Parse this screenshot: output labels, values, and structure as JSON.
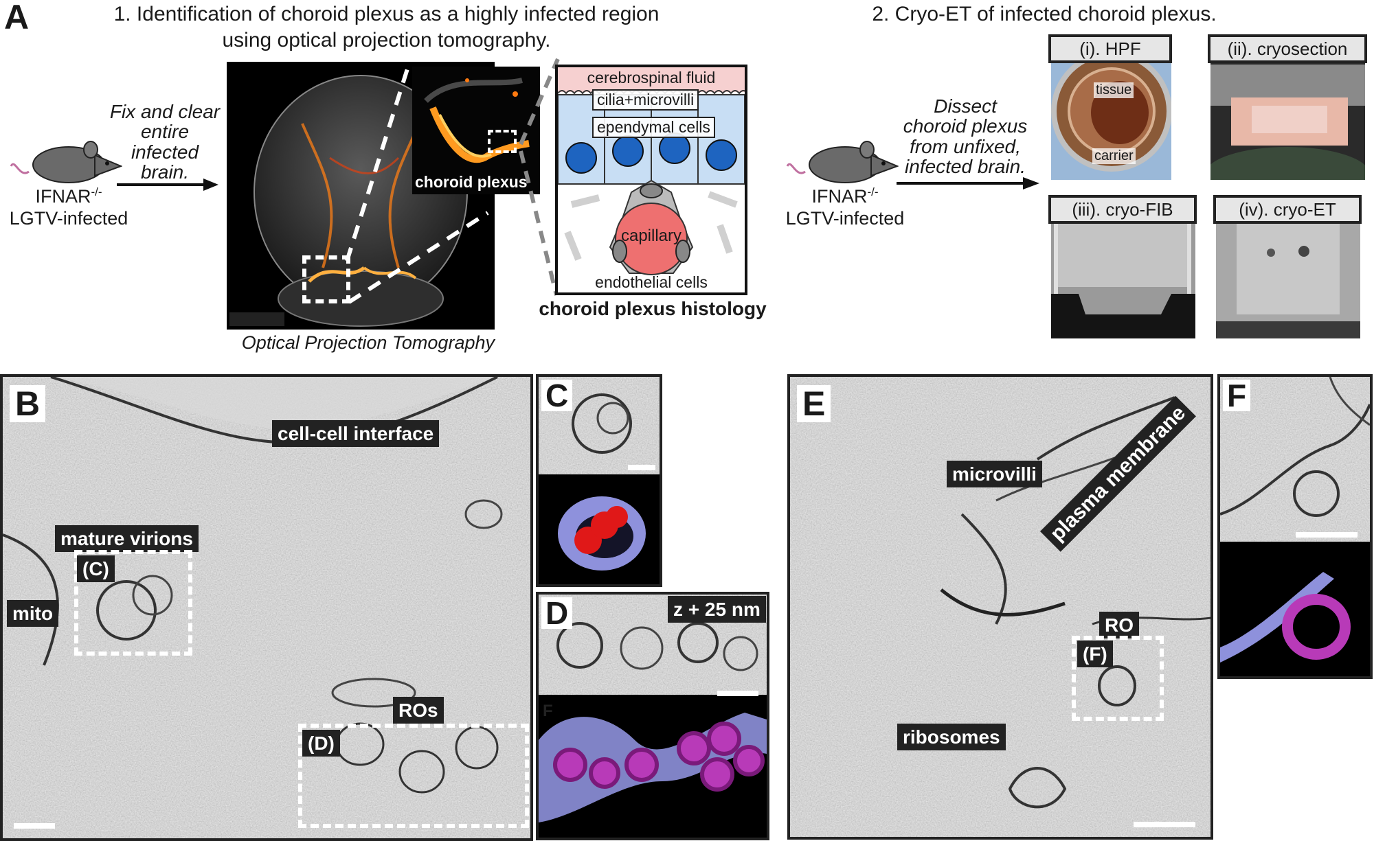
{
  "panel_letters": {
    "a": "A",
    "b": "B",
    "c": "C",
    "d": "D",
    "e": "E",
    "f": "F"
  },
  "step1": {
    "title_line1": "1. Identification of choroid plexus as a highly infected region",
    "title_line2": "using optical projection tomography.",
    "mouse_label_pre": "IFNAR",
    "mouse_label_sup": "-/-",
    "mouse_label_line2": "LGTV-infected",
    "arrow_text": [
      "Fix and clear",
      "entire",
      "infected",
      "brain."
    ],
    "opt_caption": "Optical Projection Tomography",
    "inset_label": "choroid plexus",
    "histology": {
      "caption": "choroid plexus histology",
      "labels": {
        "csf": "cerebrospinal fluid",
        "cilia": "cilia+microvilli",
        "ependymal": "ependymal cells",
        "capillary": "capillary",
        "endothelial": "endothelial cells"
      }
    }
  },
  "step2": {
    "title": "2. Cryo-ET of infected choroid plexus.",
    "mouse_label_pre": "IFNAR",
    "mouse_label_sup": "-/-",
    "mouse_label_line2": "LGTV-infected",
    "arrow_text": [
      "Dissect",
      "choroid plexus",
      "from unfixed,",
      "infected brain."
    ],
    "subpanels": {
      "i": "(i). HPF",
      "ii": "(ii). cryosection",
      "iii": "(iii). cryo-FIB",
      "iv": "(iv). cryo-ET"
    },
    "hpf_labels": {
      "tissue": "tissue",
      "carrier": "carrier"
    }
  },
  "panel_b": {
    "labels": {
      "interface": "cell-cell interface",
      "virions": "mature virions",
      "mito": "mito",
      "ros": "ROs",
      "box_c": "(C)",
      "box_d": "(D)"
    }
  },
  "panel_d": {
    "z_label": "z + 25 nm",
    "seg_letter": "F"
  },
  "panel_e": {
    "labels": {
      "microvilli": "microvilli",
      "plasma": "plasma membrane",
      "ro": "RO",
      "box_f": "(F)",
      "ribosomes": "ribosomes"
    }
  },
  "colors": {
    "virion_red": "#e01818",
    "membrane_blue": "#8e91dc",
    "ro_magenta": "#b83ab8",
    "opt_orange": "#f07a18",
    "csf_pink": "#f6d0d0",
    "ependymal_blue": "#c8def4",
    "nucleus_blue": "#1e64c0",
    "capillary_red": "#ee7070"
  }
}
